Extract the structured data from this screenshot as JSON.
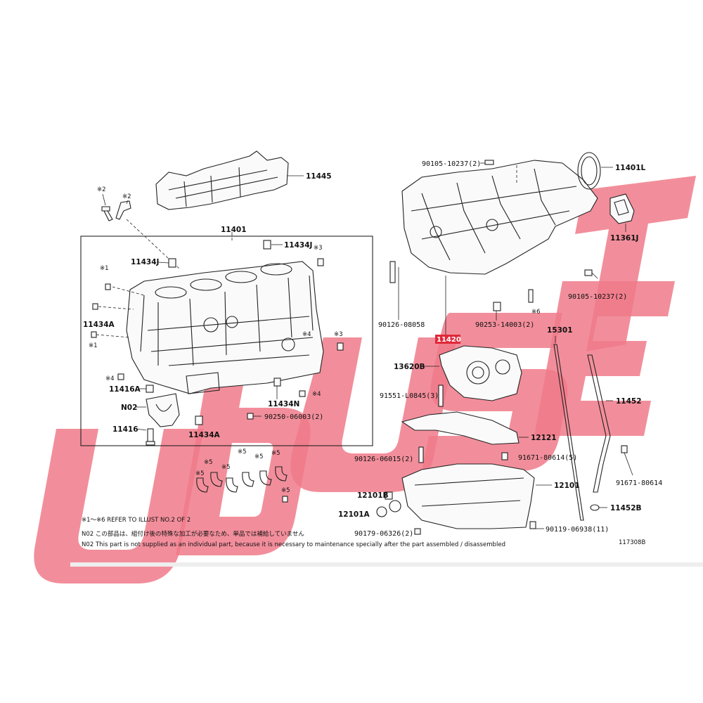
{
  "labels": {
    "p11445": "11445",
    "p11401": "11401",
    "p11434J_a": "11434J",
    "p11434J_b": "11434J",
    "p11434A_a": "11434A",
    "p11434A_b": "11434A",
    "p11416A": "11416A",
    "pN02": "N02",
    "p11416": "11416",
    "p11434N": "11434N",
    "p90250": "90250-06003(2)",
    "p90105a": "90105-10237(2)",
    "p11401L": "11401L",
    "p11361J": "11361J",
    "p90105b": "90105-10237(2)",
    "p90126a": "90126-08058",
    "p90253": "90253-14003(2)",
    "p11420": "11420",
    "p15301": "15301",
    "p13620B": "13620B",
    "p91551": "91551-L0845(3)",
    "p11452": "11452",
    "p12121": "12121",
    "p90126b": "90126-06015(2)",
    "p91671a": "91671-80614(5)",
    "p12101B": "12101B",
    "p12101": "12101",
    "p91671b": "91671-80614",
    "p12101A": "12101A",
    "p11452B": "11452B",
    "p90179": "90179-06326(2)",
    "p90119": "90119-06938(11)"
  },
  "refs": {
    "r2a": "※2",
    "r2b": "※2",
    "r3a": "※3",
    "r3b": "※3",
    "r1a": "※1",
    "r1b": "※1",
    "r4a": "※4",
    "r4b": "※4",
    "r4c": "※4",
    "r6": "※6",
    "r5a": "※5",
    "r5b": "※5",
    "r5c": "※5",
    "r5d": "※5",
    "r5e": "※5",
    "r5f": "※5",
    "r5g": "※5"
  },
  "notes": {
    "refer": "※1～※6  REFER TO ILLUST NO.2 OF 2",
    "n02_jp": "N02  この部品は、組付け後の特殊な加工が必要なため、単品では補給していません",
    "n02_en": "N02  This part is not supplied as an individual part, because it is necessary to maintenance specially after the part assembled / disassembled",
    "illust_no": "117308B"
  },
  "watermark": {
    "text": "UBUSFIE",
    "color": "#f07a8a"
  },
  "highlight": {
    "part": "11420",
    "color": "#e0283a"
  }
}
